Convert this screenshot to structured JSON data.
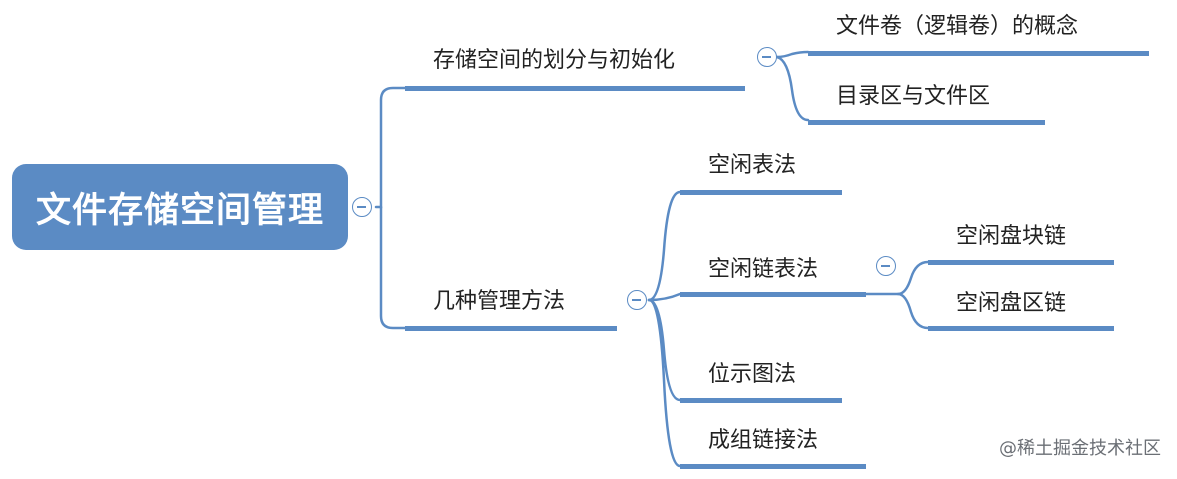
{
  "mindmap": {
    "root": {
      "label": "文件存储空间管理"
    },
    "branches": [
      {
        "label": "存储空间的划分与初始化",
        "children": [
          {
            "label": "文件卷（逻辑卷）的概念"
          },
          {
            "label": "目录区与文件区"
          }
        ]
      },
      {
        "label": "几种管理方法",
        "children": [
          {
            "label": "空闲表法"
          },
          {
            "label": "空闲链表法",
            "children": [
              {
                "label": "空闲盘块链"
              },
              {
                "label": "空闲盘区链"
              }
            ]
          },
          {
            "label": "位示图法"
          },
          {
            "label": "成组链接法"
          }
        ]
      }
    ],
    "collapse_icon": "minus-circle-icon"
  },
  "watermark": "@稀土掘金技术社区",
  "colors": {
    "accent": "#5b8bc4",
    "text": "#222222",
    "watermark": "#6b6f75"
  }
}
